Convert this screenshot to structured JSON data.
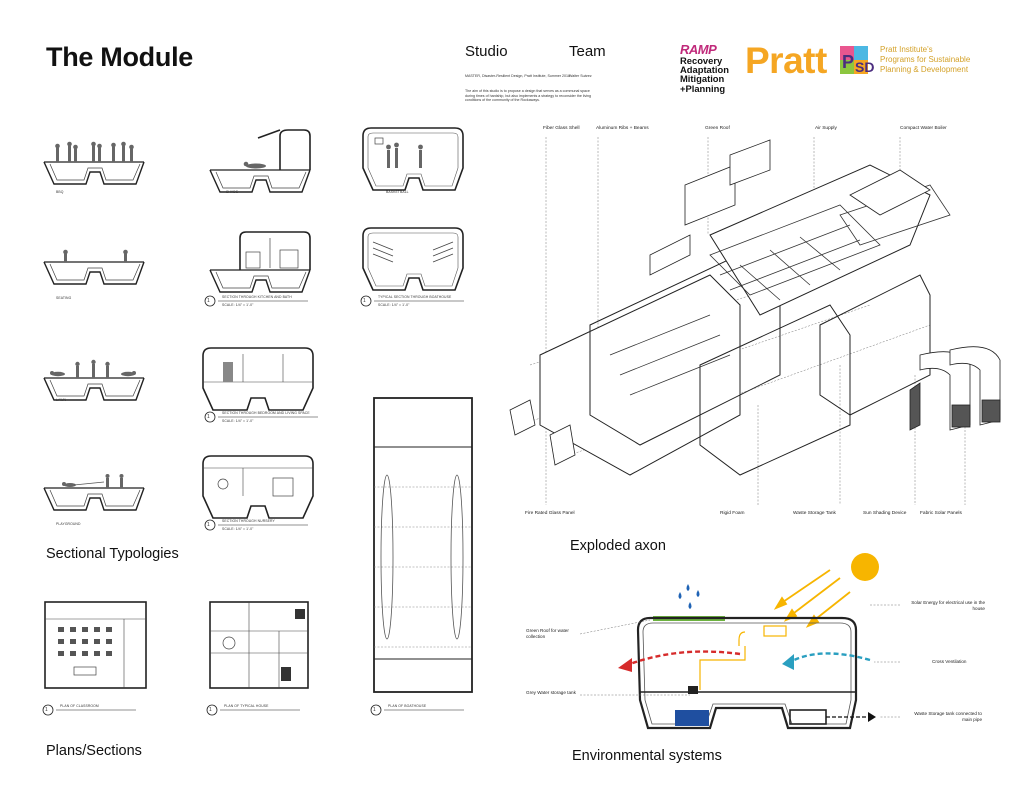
{
  "title": "The Module",
  "header": {
    "studio_label": "Studio",
    "team_label": "Team",
    "studio_meta": "MASTER, Disaster-Resilient Design, Pratt Institute, Summer 2018",
    "studio_desc": "The aim of this studio is to propose a design that serves as a communal space during times of hardship, but also implements a strategy to reconsider the living conditions of the community of the Rockaways.",
    "team_names": "Walter Suárez"
  },
  "logos": {
    "ramp_lines": [
      "RAMP",
      "Recovery",
      "Adaptation",
      "Mitigation",
      "+Planning"
    ],
    "pratt": "Pratt",
    "ppsd_lines": [
      "Pratt Institute's",
      "Programs for Sustainable",
      "Planning & Development"
    ],
    "colors": {
      "ramp": "#c0297a",
      "pratt": "#f5a623",
      "ppsd_text": "#d4a22a"
    }
  },
  "sectional_typologies": {
    "heading": "Sectional Typologies",
    "captions": {
      "bbq": "BBQ",
      "shade": "SHADE",
      "basketball": "BASKETBALL",
      "seating": "SEATING",
      "lawn": "LAWN",
      "playground": "PLAYGROUND",
      "sec_kitchen": "SECTION THROUGH KITCHEN AND BATH",
      "sec_typical": "TYPICAL SECTION THROUGH BOATHOUSE",
      "sec_bedroom": "SECTION THROUGH BEDROOM AND LIVING SPACE",
      "sec_nursery": "SECTION THROUGH NURSERY"
    },
    "scale_note": "SCALE: 1/4\" = 1'-0\"",
    "marker": "1"
  },
  "plans": {
    "heading": "Plans/Sections",
    "captions": {
      "classroom": "PLAN OF CLASSROOM",
      "house": "PLAN OF TYPICAL HOUSE",
      "boathouse": "PLAN OF BOATHOUSE"
    }
  },
  "axon": {
    "heading": "Exploded axon",
    "top_labels": [
      "Fiber Glass Shell",
      "Aluminum Ribs + Beams",
      "Green Roof",
      "Air Supply",
      "Compact Water Boiler"
    ],
    "bottom_labels": [
      "Fire Rated Glass Panel",
      "Rigid Foam",
      "Waste Storage Tank",
      "Sun Shading Device",
      "Fabric Solar Panels"
    ]
  },
  "env": {
    "heading": "Environmental systems",
    "labels": {
      "solar": "Solar Energy for electrical use in the house",
      "green_roof": "Green Roof for water collection",
      "cross_vent": "Cross Ventilation",
      "grey_water": "Grey Water storage tank",
      "waste_tank": "Waste Storage tank connected to main pipe"
    },
    "colors": {
      "sun": "#f7b500",
      "green_roof": "#6db33f",
      "water": "#1f4fa0",
      "hot_air": "#d62b2b",
      "cool_air": "#2a9fc0",
      "rain": "#1f63b5"
    }
  }
}
